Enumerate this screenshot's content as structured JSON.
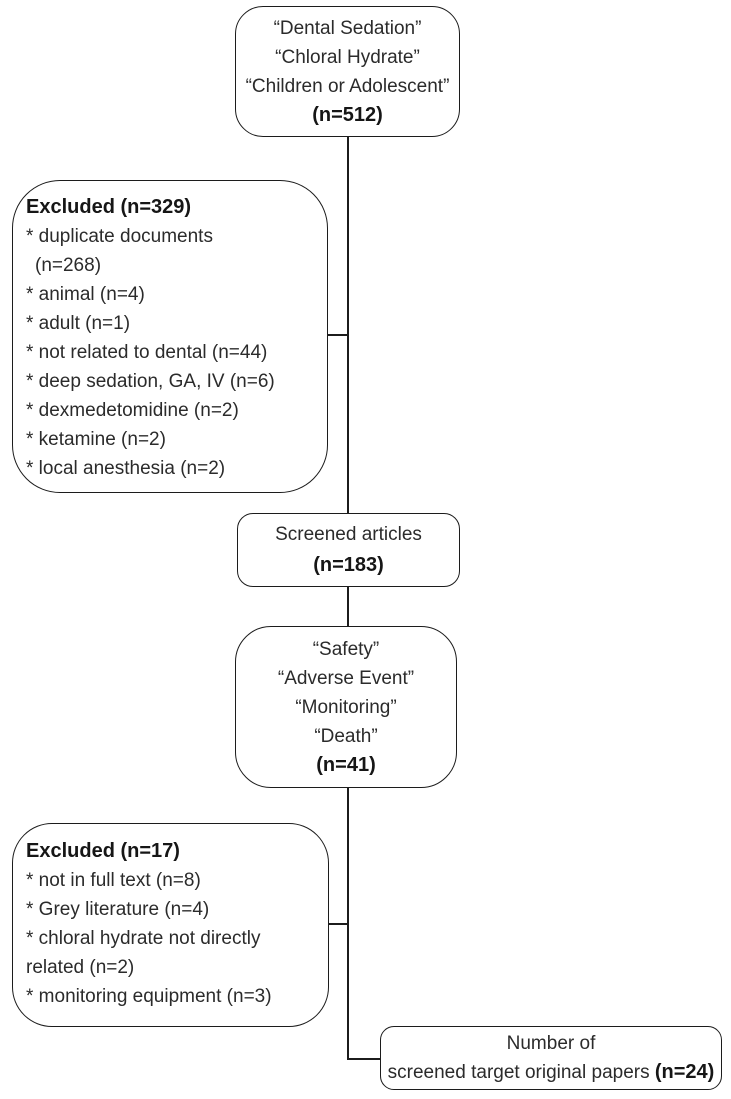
{
  "flowchart": {
    "initial_search": {
      "lines": [
        "“Dental Sedation”",
        "“Chloral Hydrate”",
        "“Children or Adolescent”"
      ],
      "count": "(n=512)"
    },
    "excluded_first": {
      "header": "Excluded (n=329)",
      "items": [
        "* duplicate documents",
        "(n=268)",
        "* animal (n=4)",
        "* adult (n=1)",
        "* not related to dental (n=44)",
        "* deep sedation, GA, IV (n=6)",
        "* dexmedetomidine (n=2)",
        "* ketamine (n=2)",
        "* local anesthesia (n=2)"
      ]
    },
    "screened": {
      "line": "Screened articles",
      "count": "(n=183)"
    },
    "keyword_filter": {
      "lines": [
        "“Safety”",
        "“Adverse Event”",
        "“Monitoring”",
        "“Death”"
      ],
      "count": "(n=41)"
    },
    "excluded_second": {
      "header": "Excluded (n=17)",
      "items": [
        "* not in full text (n=8)",
        "* Grey literature (n=4)",
        "* chloral hydrate not directly",
        "related (n=2)",
        "* monitoring equipment (n=3)"
      ]
    },
    "final": {
      "line1": "Number of",
      "line2": "screened target original papers",
      "count": "(n=24)"
    }
  }
}
